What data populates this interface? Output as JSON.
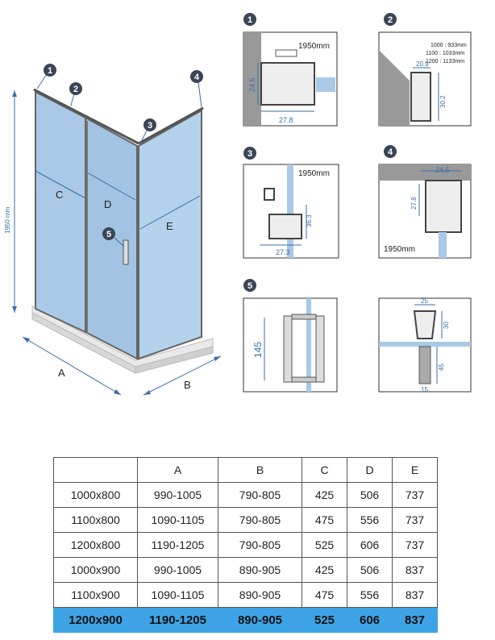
{
  "diagram": {
    "callouts": [
      "1",
      "2",
      "3",
      "4",
      "5"
    ],
    "dim_labels": {
      "A": "A",
      "B": "B",
      "C": "C",
      "D": "D",
      "E": "E"
    },
    "height_label": "1950 mm"
  },
  "details": {
    "d1": {
      "badge": "1",
      "height": "1950mm",
      "v1": "24.5",
      "h1": "27.8"
    },
    "d2": {
      "badge": "2",
      "sizes": [
        "1000 : 933mm",
        "1100 : 1033mm",
        "1200 : 1133mm"
      ],
      "v1": "30.2",
      "h1": "20.9"
    },
    "d3": {
      "badge": "3",
      "height": "1950mm",
      "v1": "36.3",
      "h1": "27.3"
    },
    "d4": {
      "badge": "4",
      "height": "1950mm",
      "v1": "27.8",
      "h1": "24.5"
    },
    "d5": {
      "badge": "5",
      "v1": "145"
    },
    "d6": {
      "top": "25",
      "v1": "30",
      "v2": "45",
      "bottom": "15"
    }
  },
  "table": {
    "headers": [
      "",
      "A",
      "B",
      "C",
      "D",
      "E"
    ],
    "rows": [
      [
        "1000x800",
        "990-1005",
        "790-805",
        "425",
        "506",
        "737"
      ],
      [
        "1100x800",
        "1090-1105",
        "790-805",
        "475",
        "556",
        "737"
      ],
      [
        "1200x800",
        "1190-1205",
        "790-805",
        "525",
        "606",
        "737"
      ],
      [
        "1000x900",
        "990-1005",
        "890-905",
        "425",
        "506",
        "837"
      ],
      [
        "1100x900",
        "1090-1105",
        "890-905",
        "475",
        "556",
        "837"
      ],
      [
        "1200x900",
        "1190-1205",
        "890-905",
        "525",
        "606",
        "837"
      ]
    ],
    "highlight_row": 5
  },
  "colors": {
    "glass": "#a9c9e6",
    "accent": "#3ea3e6",
    "badge": "#3a4556",
    "frame": "#777777"
  }
}
